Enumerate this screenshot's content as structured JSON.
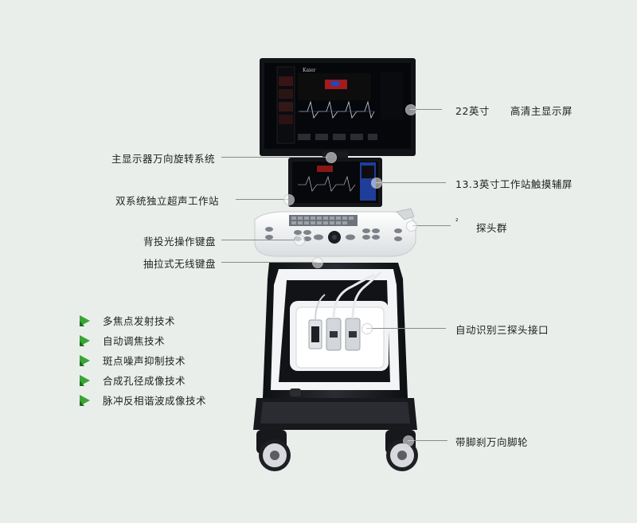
{
  "callouts": {
    "main_display": "22英寸　　高清主显示屏",
    "rotation": "主显示器万向旋转系统",
    "touch_screen": "13.3英寸工作站触摸辅屏",
    "dual_system": "双系统独立超声工作站",
    "probe_group_mark": "²",
    "probe_group": "探头群",
    "backlit_keyboard": "背投光操作键盘",
    "wireless_keyboard": "抽拉式无线键盘",
    "probe_ports": "自动识别三探头接口",
    "casters": "带脚刹万向脚轮"
  },
  "features": [
    "多焦点发射技术",
    "自动调焦技术",
    "斑点噪声抑制技术",
    "合成孔径成像技术",
    "脉冲反相谐波成像技术"
  ],
  "screen": {
    "brand": "Kaier"
  },
  "colors": {
    "background": "#e9eeeb",
    "accent_green": "#3aa535",
    "device_black": "#1b1c20",
    "device_white": "#f4f5f6"
  }
}
